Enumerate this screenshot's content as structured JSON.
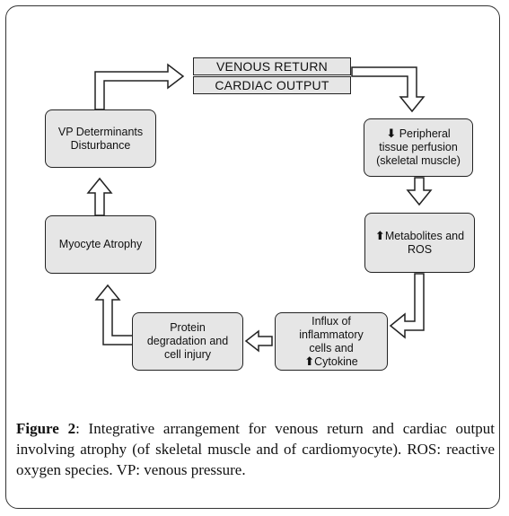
{
  "banners": {
    "venous_return": "VENOUS RETURN",
    "cardiac_output": "CARDIAC OUTPUT"
  },
  "nodes": {
    "peripheral": {
      "prefix_icon": "down-bold-arrow-icon",
      "text": "Peripheral\ntissue perfusion\n(skeletal muscle)"
    },
    "metabolites": {
      "prefix_icon": "up-bold-arrow-icon",
      "text": "Metabolites and\nROS"
    },
    "influx_main": "Influx of\ninflammatory\ncells and",
    "influx_cytokine": "Cytokine",
    "protein": "Protein\ndegradation and\ncell injury",
    "atrophy": "Myocyte Atrophy",
    "vp": "VP Determinants\nDisturbance"
  },
  "caption": {
    "label": "Figure 2",
    "text": ": Integrative arrangement for venous return and cardiac output involving atrophy (of skeletal muscle and of cardiomyocyte). ROS: reactive oxygen species. VP: venous pressure."
  },
  "colors": {
    "box_fill": "#e6e6e6",
    "stroke": "#222222"
  }
}
